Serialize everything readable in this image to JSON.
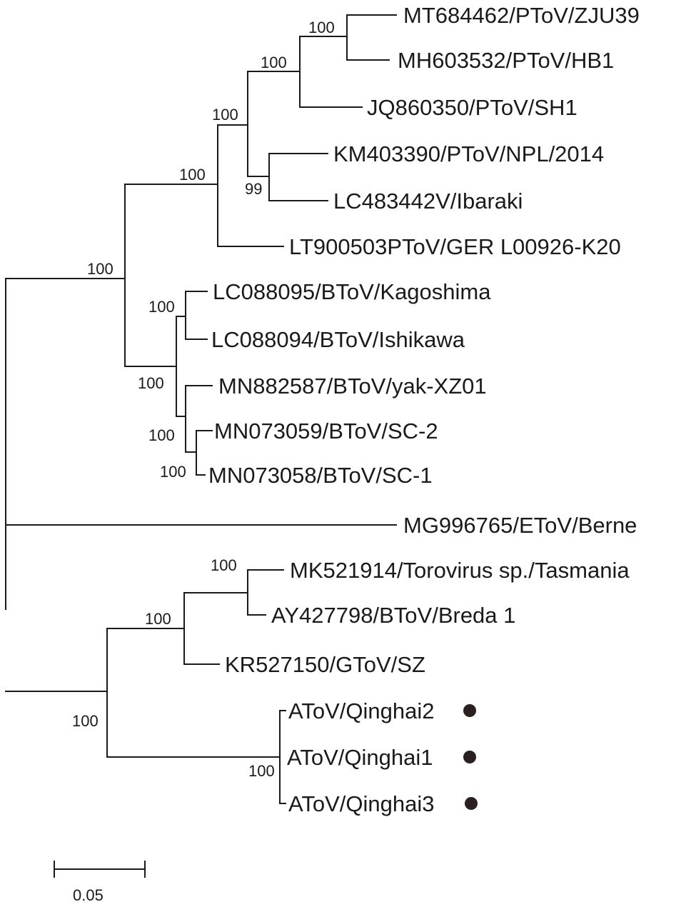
{
  "taxa": [
    "MT684462/PToV/ZJU39",
    "MH603532/PToV/HB1",
    "JQ860350/PToV/SH1",
    "KM403390/PToV/NPL/2014",
    "LC483442V/Ibaraki",
    "LT900503PToV/GER L00926-K20",
    "LC088095/BToV/Kagoshima",
    "LC088094/BToV/Ishikawa",
    "MN882587/BToV/yak-XZ01",
    "MN073059/BToV/SC-2",
    "MN073058/BToV/SC-1",
    "MG996765/EToV/Berne",
    "MK521914/Torovirus sp./Tasmania",
    "AY427798/BToV/Breda 1",
    "KR527150/GToV/SZ",
    "AToV/Qinghai2",
    "AToV/Qinghai1",
    "AToV/Qinghai3"
  ],
  "bootstrap_values": {
    "zju39_hb1": "100",
    "ptov_core": "100",
    "ptov_sh1_npl": "100",
    "npl_ibaraki": "99",
    "ptov_all": "100",
    "ptov_btov": "100",
    "kagoshima_ishikawa": "100",
    "btov_asian": "100",
    "sc_clade": "100",
    "sc1_sc2": "100",
    "tasmania_breda": "100",
    "breda_gtov": "100",
    "atov_clade": "100",
    "lower_clade": "100"
  },
  "highlighted_taxa": [
    "AToV/Qinghai2",
    "AToV/Qinghai1",
    "AToV/Qinghai3"
  ],
  "scale_bar": {
    "label": "0.05"
  },
  "colors": {
    "line": "#1a1a1a",
    "marker": "#2a2020"
  }
}
